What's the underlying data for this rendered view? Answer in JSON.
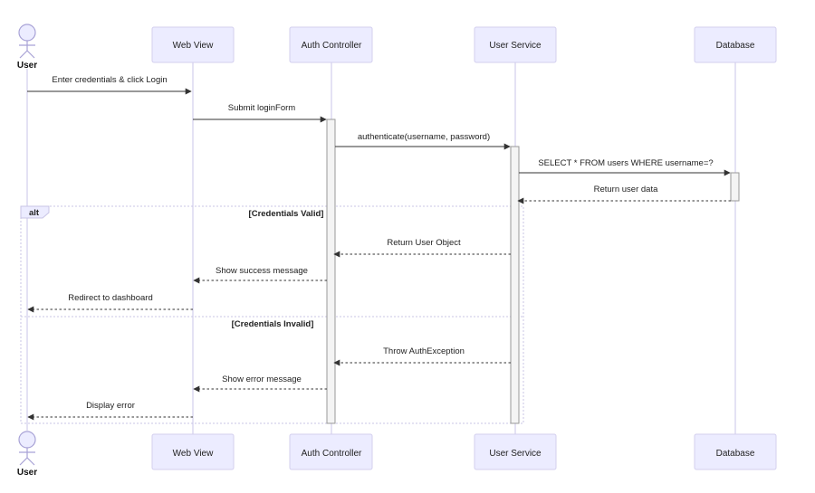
{
  "participants": {
    "user": {
      "label": "User"
    },
    "web": {
      "label": "Web View"
    },
    "auth": {
      "label": "Auth Controller"
    },
    "svc": {
      "label": "User Service"
    },
    "db": {
      "label": "Database"
    }
  },
  "messages": [
    {
      "from": "user",
      "to": "web",
      "text": "Enter credentials & click Login",
      "style": "solid"
    },
    {
      "from": "web",
      "to": "auth",
      "text": "Submit loginForm",
      "style": "solid"
    },
    {
      "from": "auth",
      "to": "svc",
      "text": "authenticate(username, password)",
      "style": "solid"
    },
    {
      "from": "svc",
      "to": "db",
      "text": "SELECT * FROM users WHERE username=?",
      "style": "solid"
    },
    {
      "from": "db",
      "to": "svc",
      "text": "Return user data",
      "style": "dotted"
    },
    {
      "from": "svc",
      "to": "auth",
      "text": "Return User Object",
      "style": "dotted"
    },
    {
      "from": "auth",
      "to": "web",
      "text": "Show success message",
      "style": "dotted"
    },
    {
      "from": "web",
      "to": "user",
      "text": "Redirect to dashboard",
      "style": "dotted"
    },
    {
      "from": "svc",
      "to": "auth",
      "text": "Throw AuthException",
      "style": "dotted"
    },
    {
      "from": "auth",
      "to": "web",
      "text": "Show error message",
      "style": "dotted"
    },
    {
      "from": "web",
      "to": "user",
      "text": "Display error",
      "style": "dotted"
    }
  ],
  "alt_block": {
    "tag": "alt",
    "condition_1": "[Credentials Valid]",
    "condition_2": "[Credentials Invalid]"
  },
  "colors": {
    "actor_fill": "#ececff",
    "actor_stroke": "#d3cfee",
    "lifeline": "#dcd8f0",
    "arrow": "#333333"
  }
}
